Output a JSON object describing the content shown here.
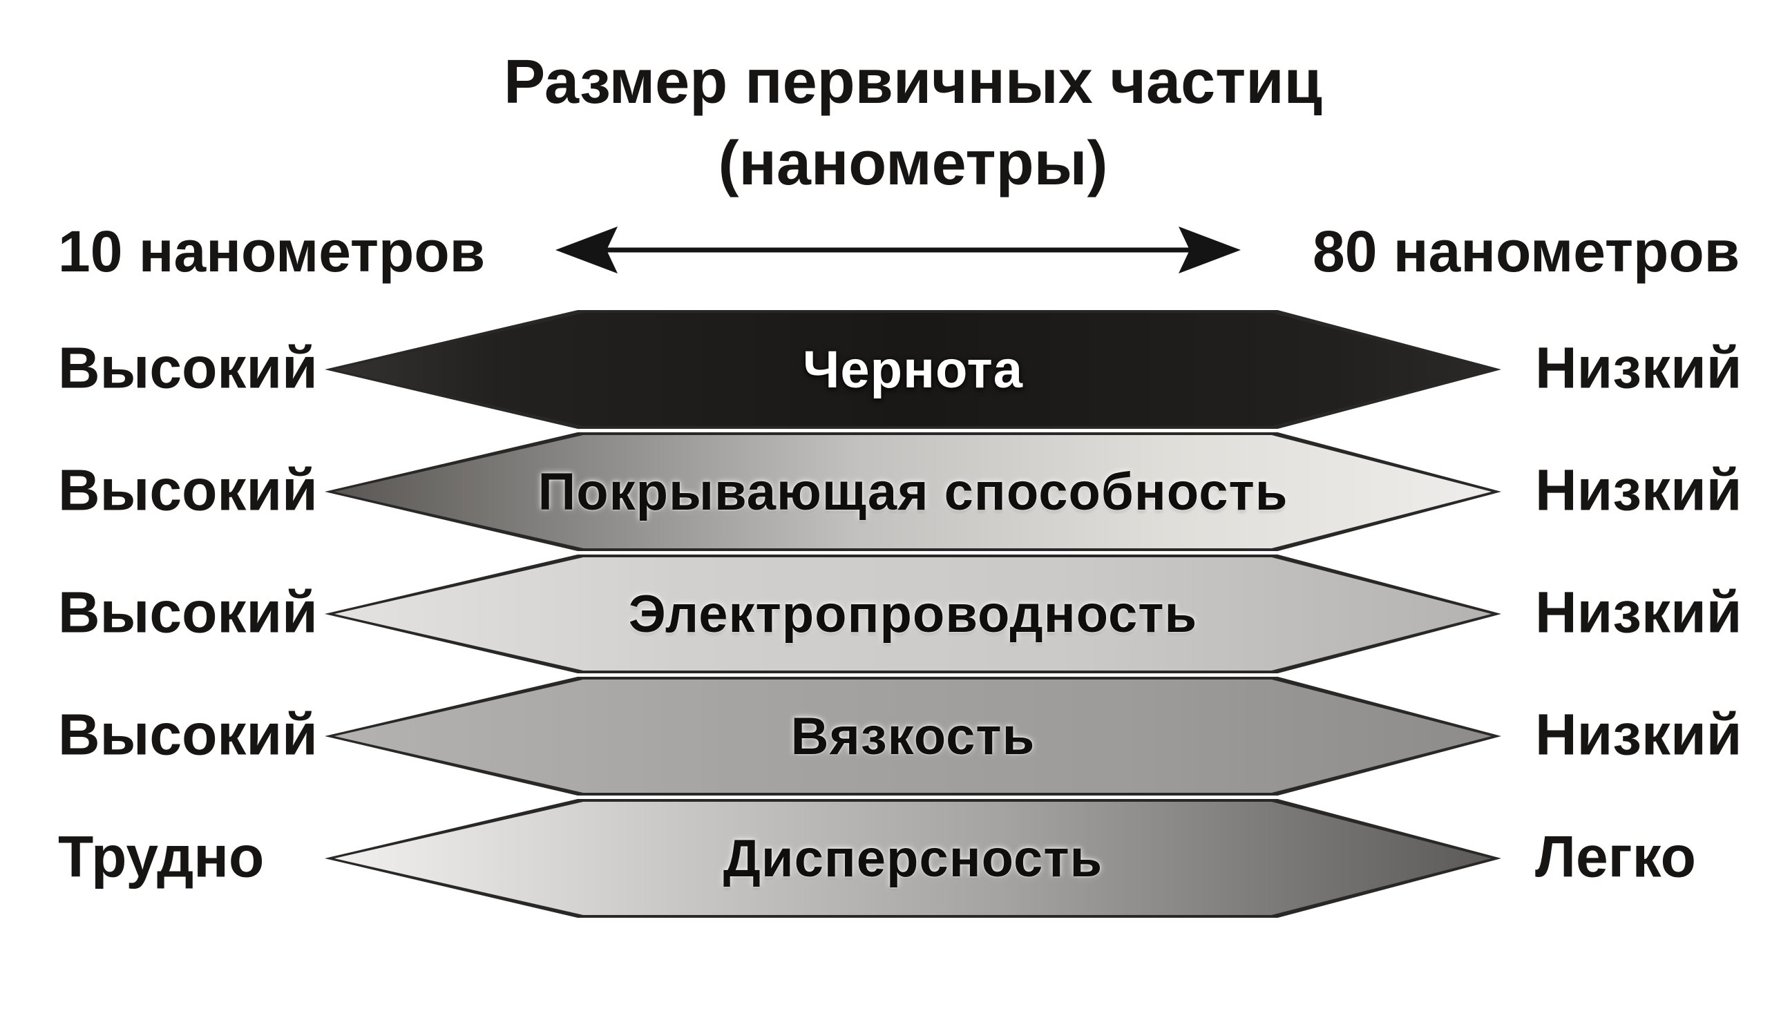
{
  "header": {
    "title_line1": "Размер первичных частиц",
    "title_line2": "(нанометры)"
  },
  "scale": {
    "left": "10 нанометров",
    "right": "80 нанометров"
  },
  "rows": [
    {
      "left": "Высокий",
      "label": "Чернота",
      "right": "Низкий",
      "text_color": "#ffffff",
      "gradient": [
        [
          "#343230",
          0
        ],
        [
          "#232120",
          14
        ],
        [
          "#1a1816",
          50
        ],
        [
          "#21201e",
          86
        ],
        [
          "#2b2927",
          100
        ]
      ]
    },
    {
      "left": "Высокий",
      "label": "Покрывающая способность",
      "right": "Низкий",
      "text_color": "#0f0e0d",
      "gradient": [
        [
          "#595653",
          0
        ],
        [
          "#878583",
          20
        ],
        [
          "#c3c1bf",
          45
        ],
        [
          "#e0ded9",
          72
        ],
        [
          "#efedeb",
          100
        ]
      ]
    },
    {
      "left": "Высокий",
      "label": "Электропроводность",
      "right": "Низкий",
      "text_color": "#0f0e0d",
      "gradient": [
        [
          "#e4e2e0",
          0
        ],
        [
          "#d2d0ce",
          30
        ],
        [
          "#cbc9c7",
          65
        ],
        [
          "#b5b3b1",
          100
        ]
      ]
    },
    {
      "left": "Высокий",
      "label": "Вязкость",
      "right": "Низкий",
      "text_color": "#0f0e0d",
      "gradient": [
        [
          "#b4b2b0",
          0
        ],
        [
          "#a6a4a2",
          35
        ],
        [
          "#9d9b99",
          70
        ],
        [
          "#8e8c8a",
          100
        ]
      ]
    },
    {
      "left": "Трудно",
      "label": "Дисперсность",
      "right": "Легко",
      "text_color": "#0f0e0d",
      "gradient": [
        [
          "#f1f0ee",
          0
        ],
        [
          "#c9c7c5",
          30
        ],
        [
          "#a5a3a1",
          58
        ],
        [
          "#7b7977",
          82
        ],
        [
          "#5c5a58",
          100
        ]
      ]
    }
  ],
  "colors": {
    "background": "#ffffff",
    "ink": "#171513",
    "band_outline": "#2a2826"
  }
}
